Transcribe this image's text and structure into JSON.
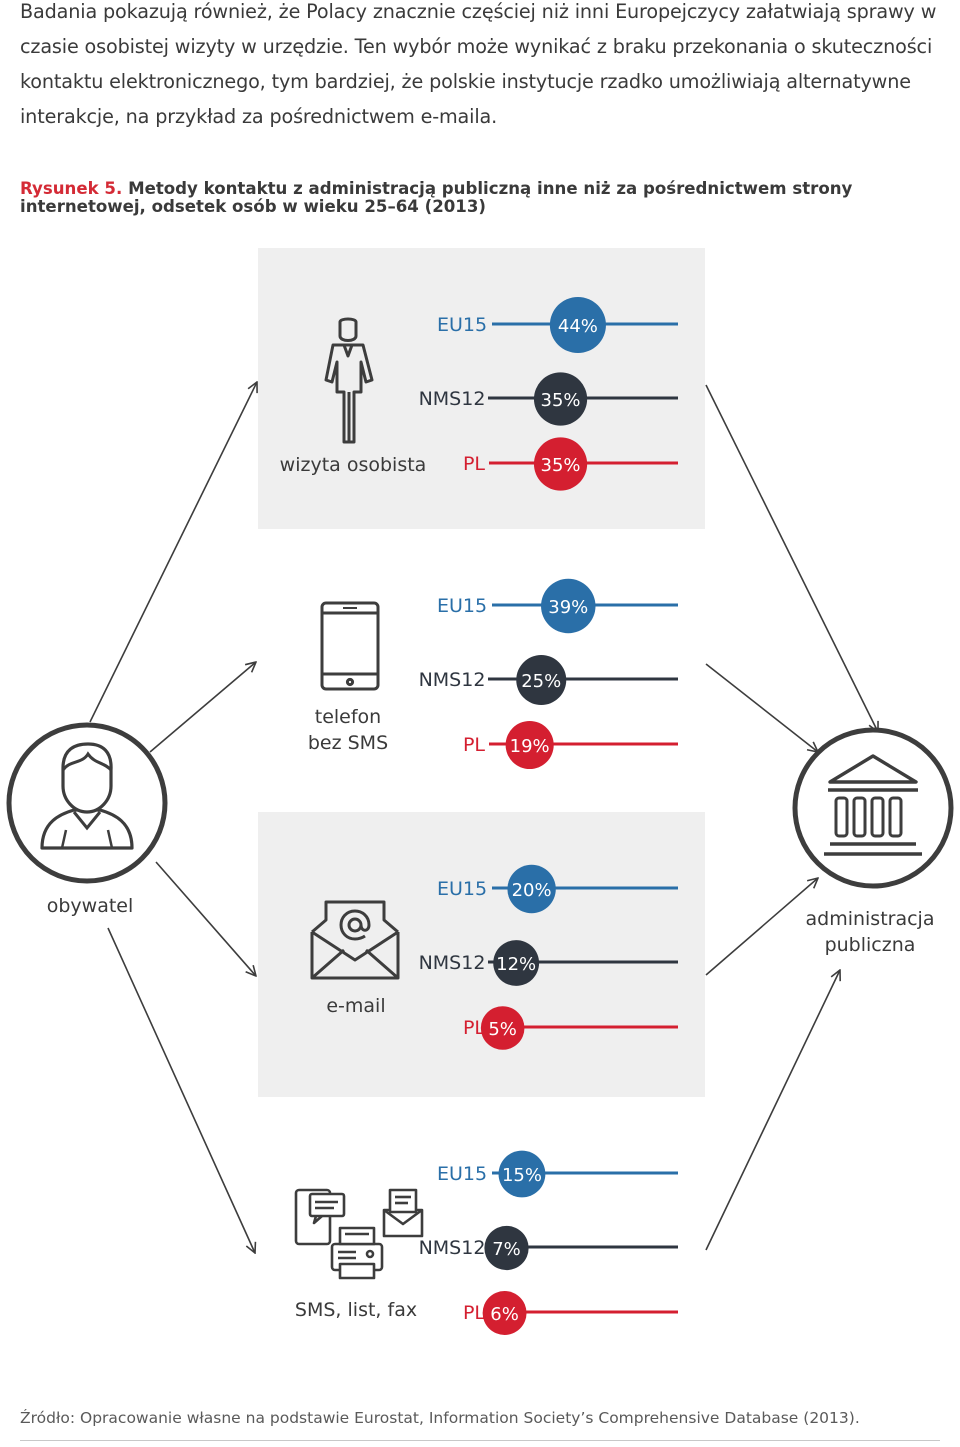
{
  "intro": "Badania pokazują również, że Polacy znacznie częściej niż inni Europejczycy załatwiają sprawy w czasie osobistej wizyty w urzędzie. Ten wybór może wynikać z braku przekonania o skuteczności kontaktu elektronicznego, tym bardziej, że polskie instytucje rzadko umożliwiają alternatywne interakcje, na przykład za pośrednictwem e-maila.",
  "caption": {
    "figure_label": "Rysunek 5.",
    "text": "Metody kontaktu z administracją publiczną inne niż za pośrednictwem strony internetowej, odsetek osób w wieku 25–64 (2013)"
  },
  "source": "Źródło: Opracowanie własne na podstawie Eurostat, Information Society’s Comprehensive Database (2013).",
  "actors": {
    "citizen": "obywatel",
    "admin_line1": "administracja",
    "admin_line2": "publiczna"
  },
  "colors": {
    "EU15": "#2a6fa8",
    "NMS12": "#2f3640",
    "PL": "#d41f30",
    "panel": "#efefef",
    "icon": "#3d3d3d",
    "arrow": "#3d3d3d"
  },
  "icons": [
    "person-standing-icon",
    "smartphone-icon",
    "email-envelope-icon",
    "sms-letter-fax-icon",
    "citizen-avatar-icon",
    "government-building-icon"
  ],
  "chart_data": {
    "type": "bar",
    "unit": "%",
    "categories": [
      "wizyta osobista",
      "telefon bez SMS",
      "e-mail",
      "SMS, list, fax"
    ],
    "series": [
      {
        "name": "EU15",
        "values": [
          44,
          39,
          20,
          15
        ],
        "labels": [
          "44%",
          "39%",
          "20%",
          "15%"
        ]
      },
      {
        "name": "NMS12",
        "values": [
          35,
          25,
          12,
          7
        ],
        "labels": [
          "35%",
          "25%",
          "12%",
          "7%"
        ]
      },
      {
        "name": "PL",
        "values": [
          35,
          19,
          5,
          6
        ],
        "labels": [
          "35%",
          "19%",
          "5%",
          "6%"
        ]
      }
    ]
  }
}
